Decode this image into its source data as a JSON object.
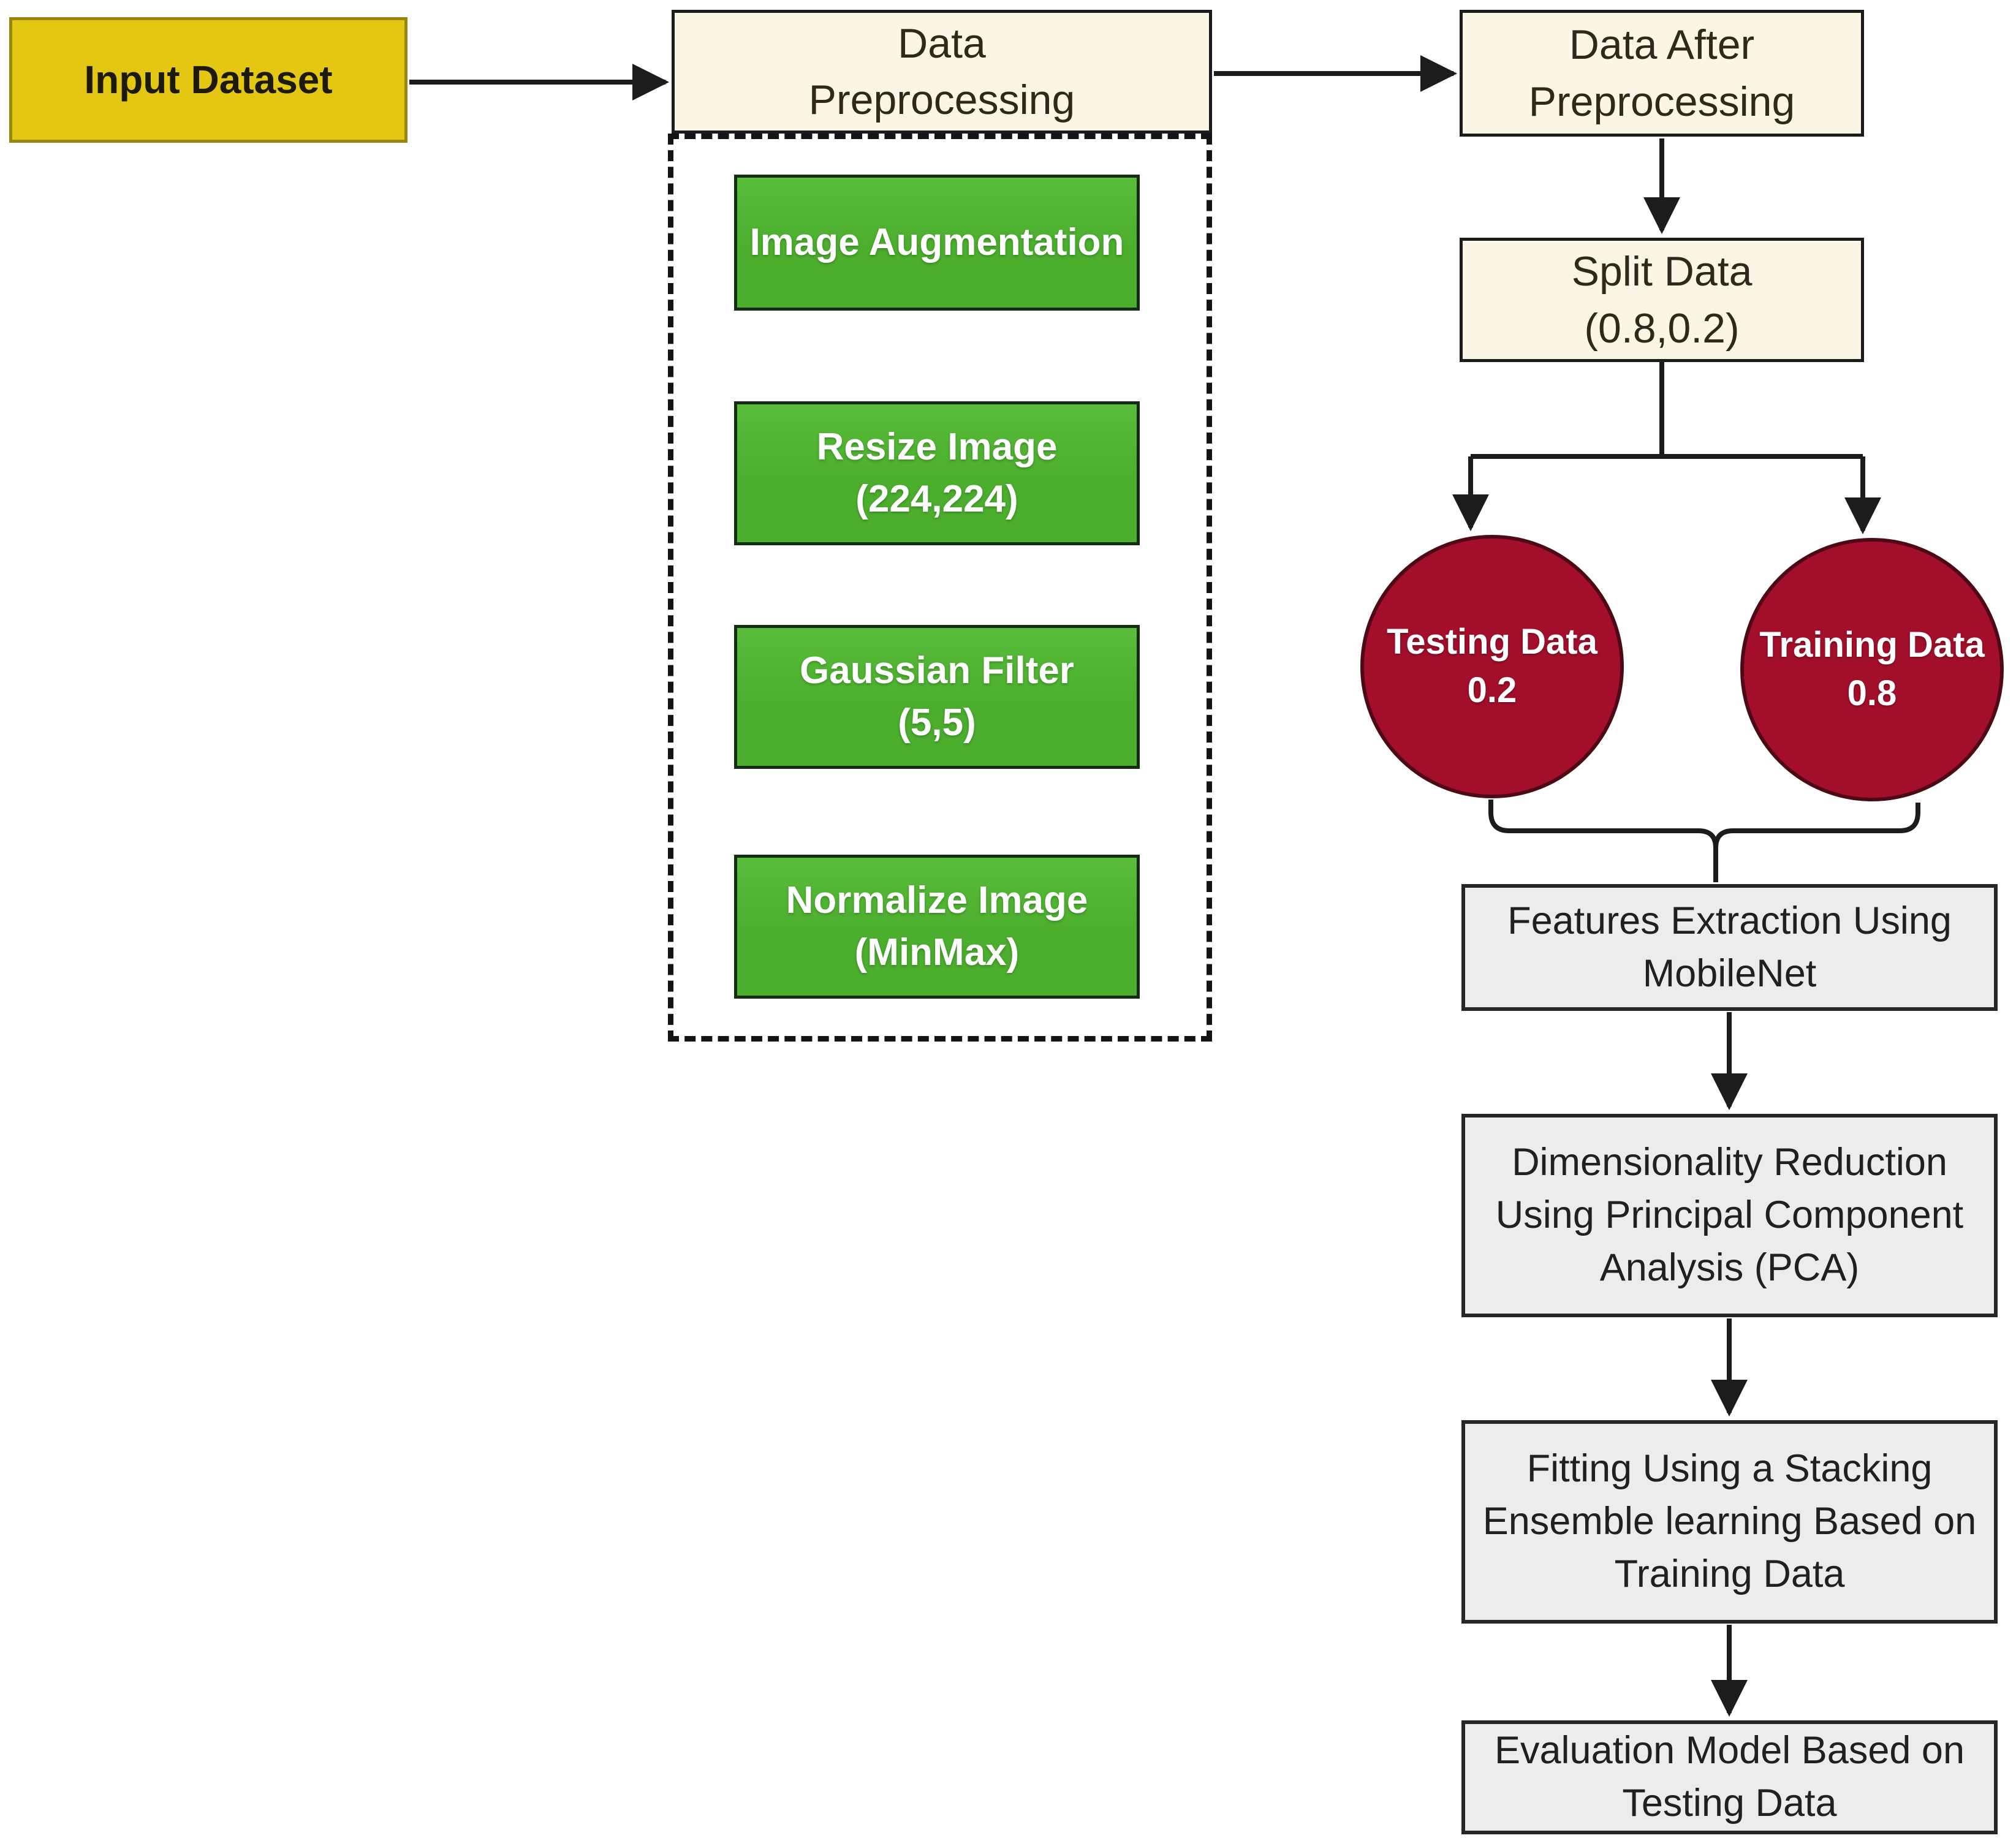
{
  "diagram_type": "flowchart",
  "colors": {
    "line": "#1c1c1c",
    "input_fill": "#e3c713",
    "input_border": "#988608",
    "input_text": "#1d1a08",
    "process_fill": "#faf5e5",
    "process_border": "#1c1c1c",
    "process_text": "#2e2a1a",
    "step_fill": "#4bae2d",
    "step_fill_light": "#58bd3a",
    "step_border": "#142c10",
    "step_text": "#ffffff",
    "circle_fill": "#a30f2b",
    "circle_border": "#4f0916",
    "circle_text": "#ffffff",
    "stage_fill": "#ececec",
    "stage_border": "#262626",
    "stage_text": "#202020",
    "dashed_border": "#141414",
    "page_bg": "#ffffff"
  },
  "nodes": {
    "input_dataset": {
      "label": "Input Dataset"
    },
    "data_preprocessing": {
      "label": "Data\nPreprocessing"
    },
    "preprocessing_steps": [
      {
        "label": "Image Augmentation"
      },
      {
        "label": "Resize Image\n(224,224)"
      },
      {
        "label": "Gaussian Filter\n(5,5)"
      },
      {
        "label": "Normalize Image\n(MinMax)"
      }
    ],
    "data_after_preprocessing": {
      "label": "Data After\nPreprocessing"
    },
    "split_data": {
      "label": "Split Data\n(0.8,0.2)"
    },
    "testing_data": {
      "label": "Testing Data\n0.2"
    },
    "training_data": {
      "label": "Training Data\n0.8"
    },
    "features_extraction": {
      "label": "Features Extraction Using\nMobileNet"
    },
    "dimensionality_reduction": {
      "label": "Dimensionality Reduction\nUsing Principal Component\nAnalysis (PCA)"
    },
    "fitting": {
      "label": "Fitting Using a Stacking\nEnsemble learning Based on\nTraining Data"
    },
    "evaluation": {
      "label": "Evaluation Model Based on\nTesting Data"
    }
  }
}
